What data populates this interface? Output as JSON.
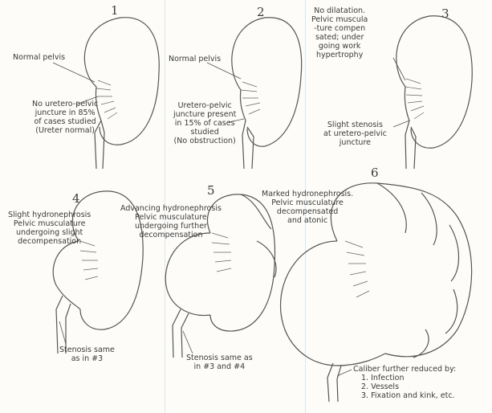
{
  "panels": [
    {
      "number": "1",
      "labels": [
        [
          "Normal pelvis"
        ],
        [
          "No uretero-pelvic",
          "juncture in 85%",
          "of cases studied",
          "(Ureter normal)"
        ]
      ]
    },
    {
      "number": "2",
      "labels": [
        [
          "Normal pelvis"
        ],
        [
          "Uretero-pelvic",
          "juncture present",
          "in 15% of cases",
          "studied",
          "(No obstruction)"
        ]
      ]
    },
    {
      "number": "3",
      "labels": [
        [
          "No dilatation.",
          "Pelvic muscula",
          "-ture compen",
          "sated; under",
          "going work",
          "hypertrophy"
        ],
        [
          "Slight stenosis",
          "at uretero-pelvic",
          "juncture"
        ]
      ]
    },
    {
      "number": "4",
      "labels": [
        [
          "Slight hydronephrosis",
          "Pelvic musculature",
          "undergoing slight",
          "decompensation"
        ],
        [
          "Stenosis same",
          "as in #3"
        ]
      ]
    },
    {
      "number": "5",
      "labels": [
        [
          "Advancing hydronephrosis",
          "Pelvic musculature",
          "undergoing further",
          "decompensation"
        ],
        [
          "Stenosis same as",
          "in #3 and #4"
        ]
      ]
    },
    {
      "number": "6",
      "labels": [
        [
          "Marked hydronephrosis.",
          "Pelvic musculature",
          "decompensated",
          "and atonic"
        ],
        [
          "Caliber further reduced by:",
          "1. Infection",
          "2. Vessels",
          "3. Fixation and kink, etc."
        ]
      ]
    }
  ]
}
